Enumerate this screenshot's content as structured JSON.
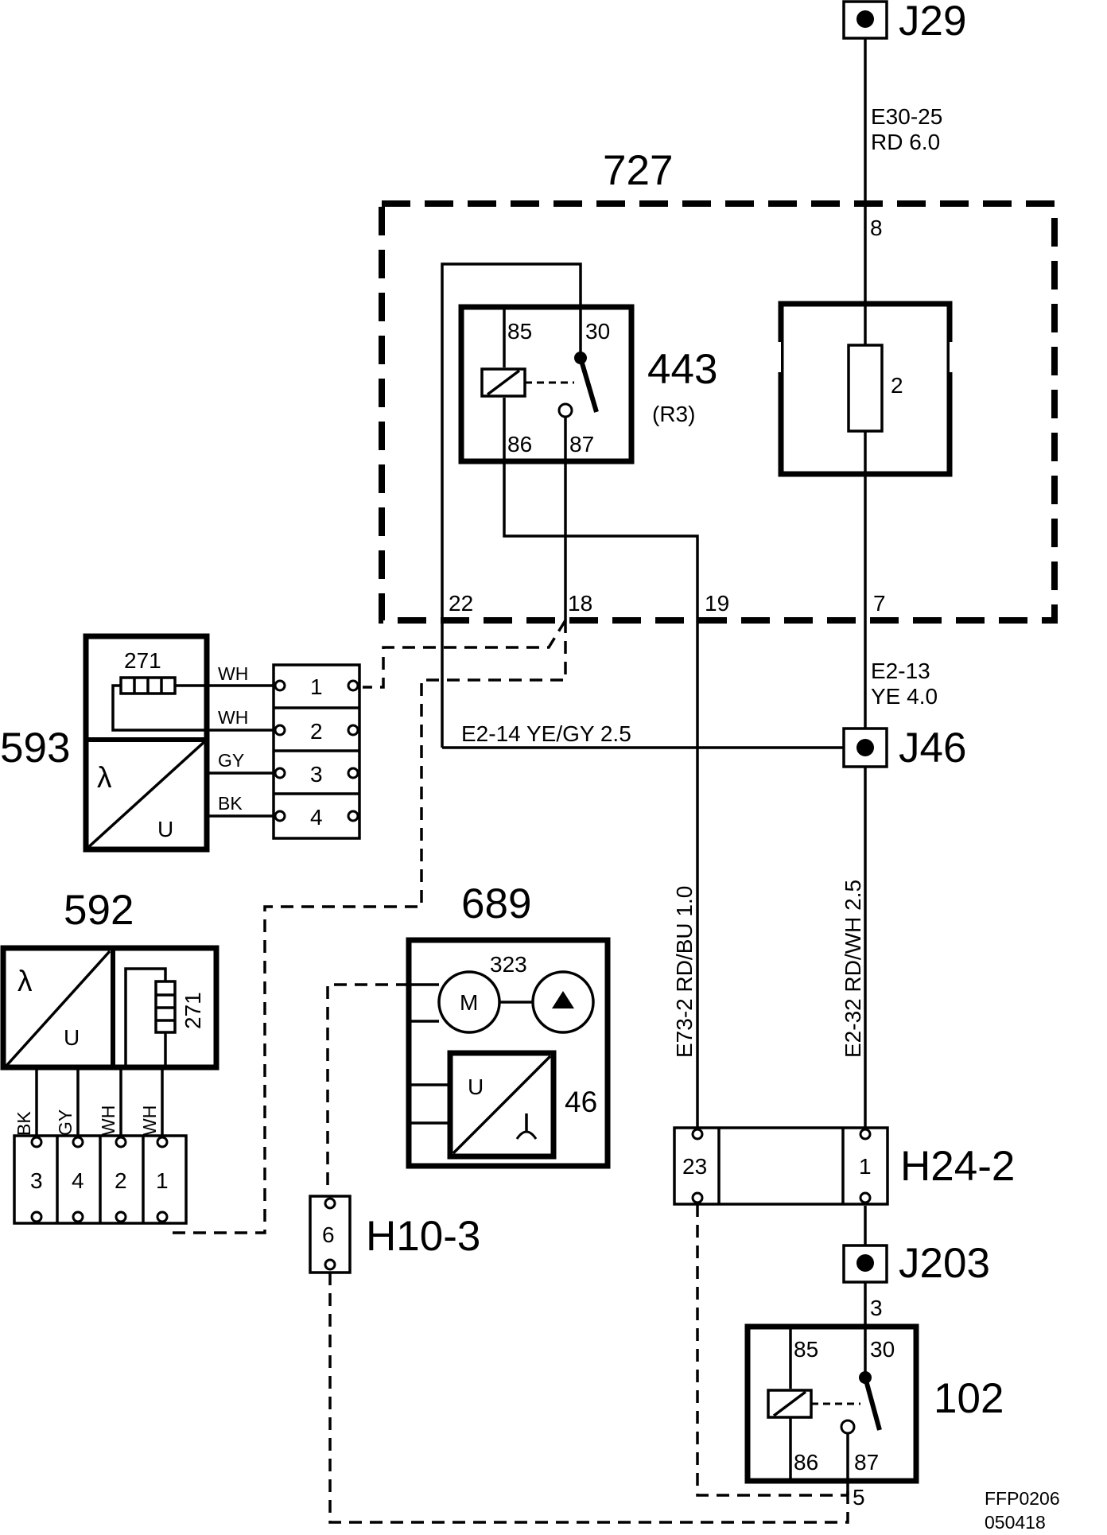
{
  "components": {
    "j29": "J29",
    "j46": "J46",
    "j203": "J203",
    "c727": "727",
    "c443": "443",
    "c443_sub": "(R3)",
    "c593": "593",
    "c592": "592",
    "c689": "689",
    "c102": "102",
    "h10": "H10-3",
    "h24": "H24-2",
    "r271_a": "271",
    "r271_b": "271",
    "pump": "323",
    "sensor46": "46",
    "fuse": "2"
  },
  "wires": {
    "top_id": "E30-25",
    "top_color": "RD  6.0",
    "mid_id": "E2-13",
    "mid_color": "YE  4.0",
    "horiz": "E2-14  YE/GY  2.5",
    "left_vert": "E73-2   RD/BU  1.0",
    "right_vert": "E2-32   RD/WH 2.5"
  },
  "pins": {
    "p8": "8",
    "p7": "7",
    "p22": "22",
    "p18": "18",
    "p19": "19",
    "r85": "85",
    "r30": "30",
    "r86": "86",
    "r87": "87",
    "b85": "85",
    "b30": "30",
    "b86": "86",
    "b87": "87",
    "j203_out": "3",
    "b_out": "5",
    "h24_left": "23",
    "h24_right": "1",
    "h10_pin": "6",
    "c593_1": "1",
    "c593_2": "2",
    "c593_3": "3",
    "c593_4": "4",
    "c592_1": "3",
    "c592_2": "4",
    "c592_3": "2",
    "c592_4": "1"
  },
  "colors_593": [
    "WH",
    "WH",
    "GY",
    "BK"
  ],
  "colors_592": [
    "BK",
    "GY",
    "WH",
    "WH"
  ],
  "symbols": {
    "lambda": "λ",
    "u": "U",
    "motor": "M"
  },
  "footer": {
    "code": "FFP0206",
    "date": "050418"
  }
}
